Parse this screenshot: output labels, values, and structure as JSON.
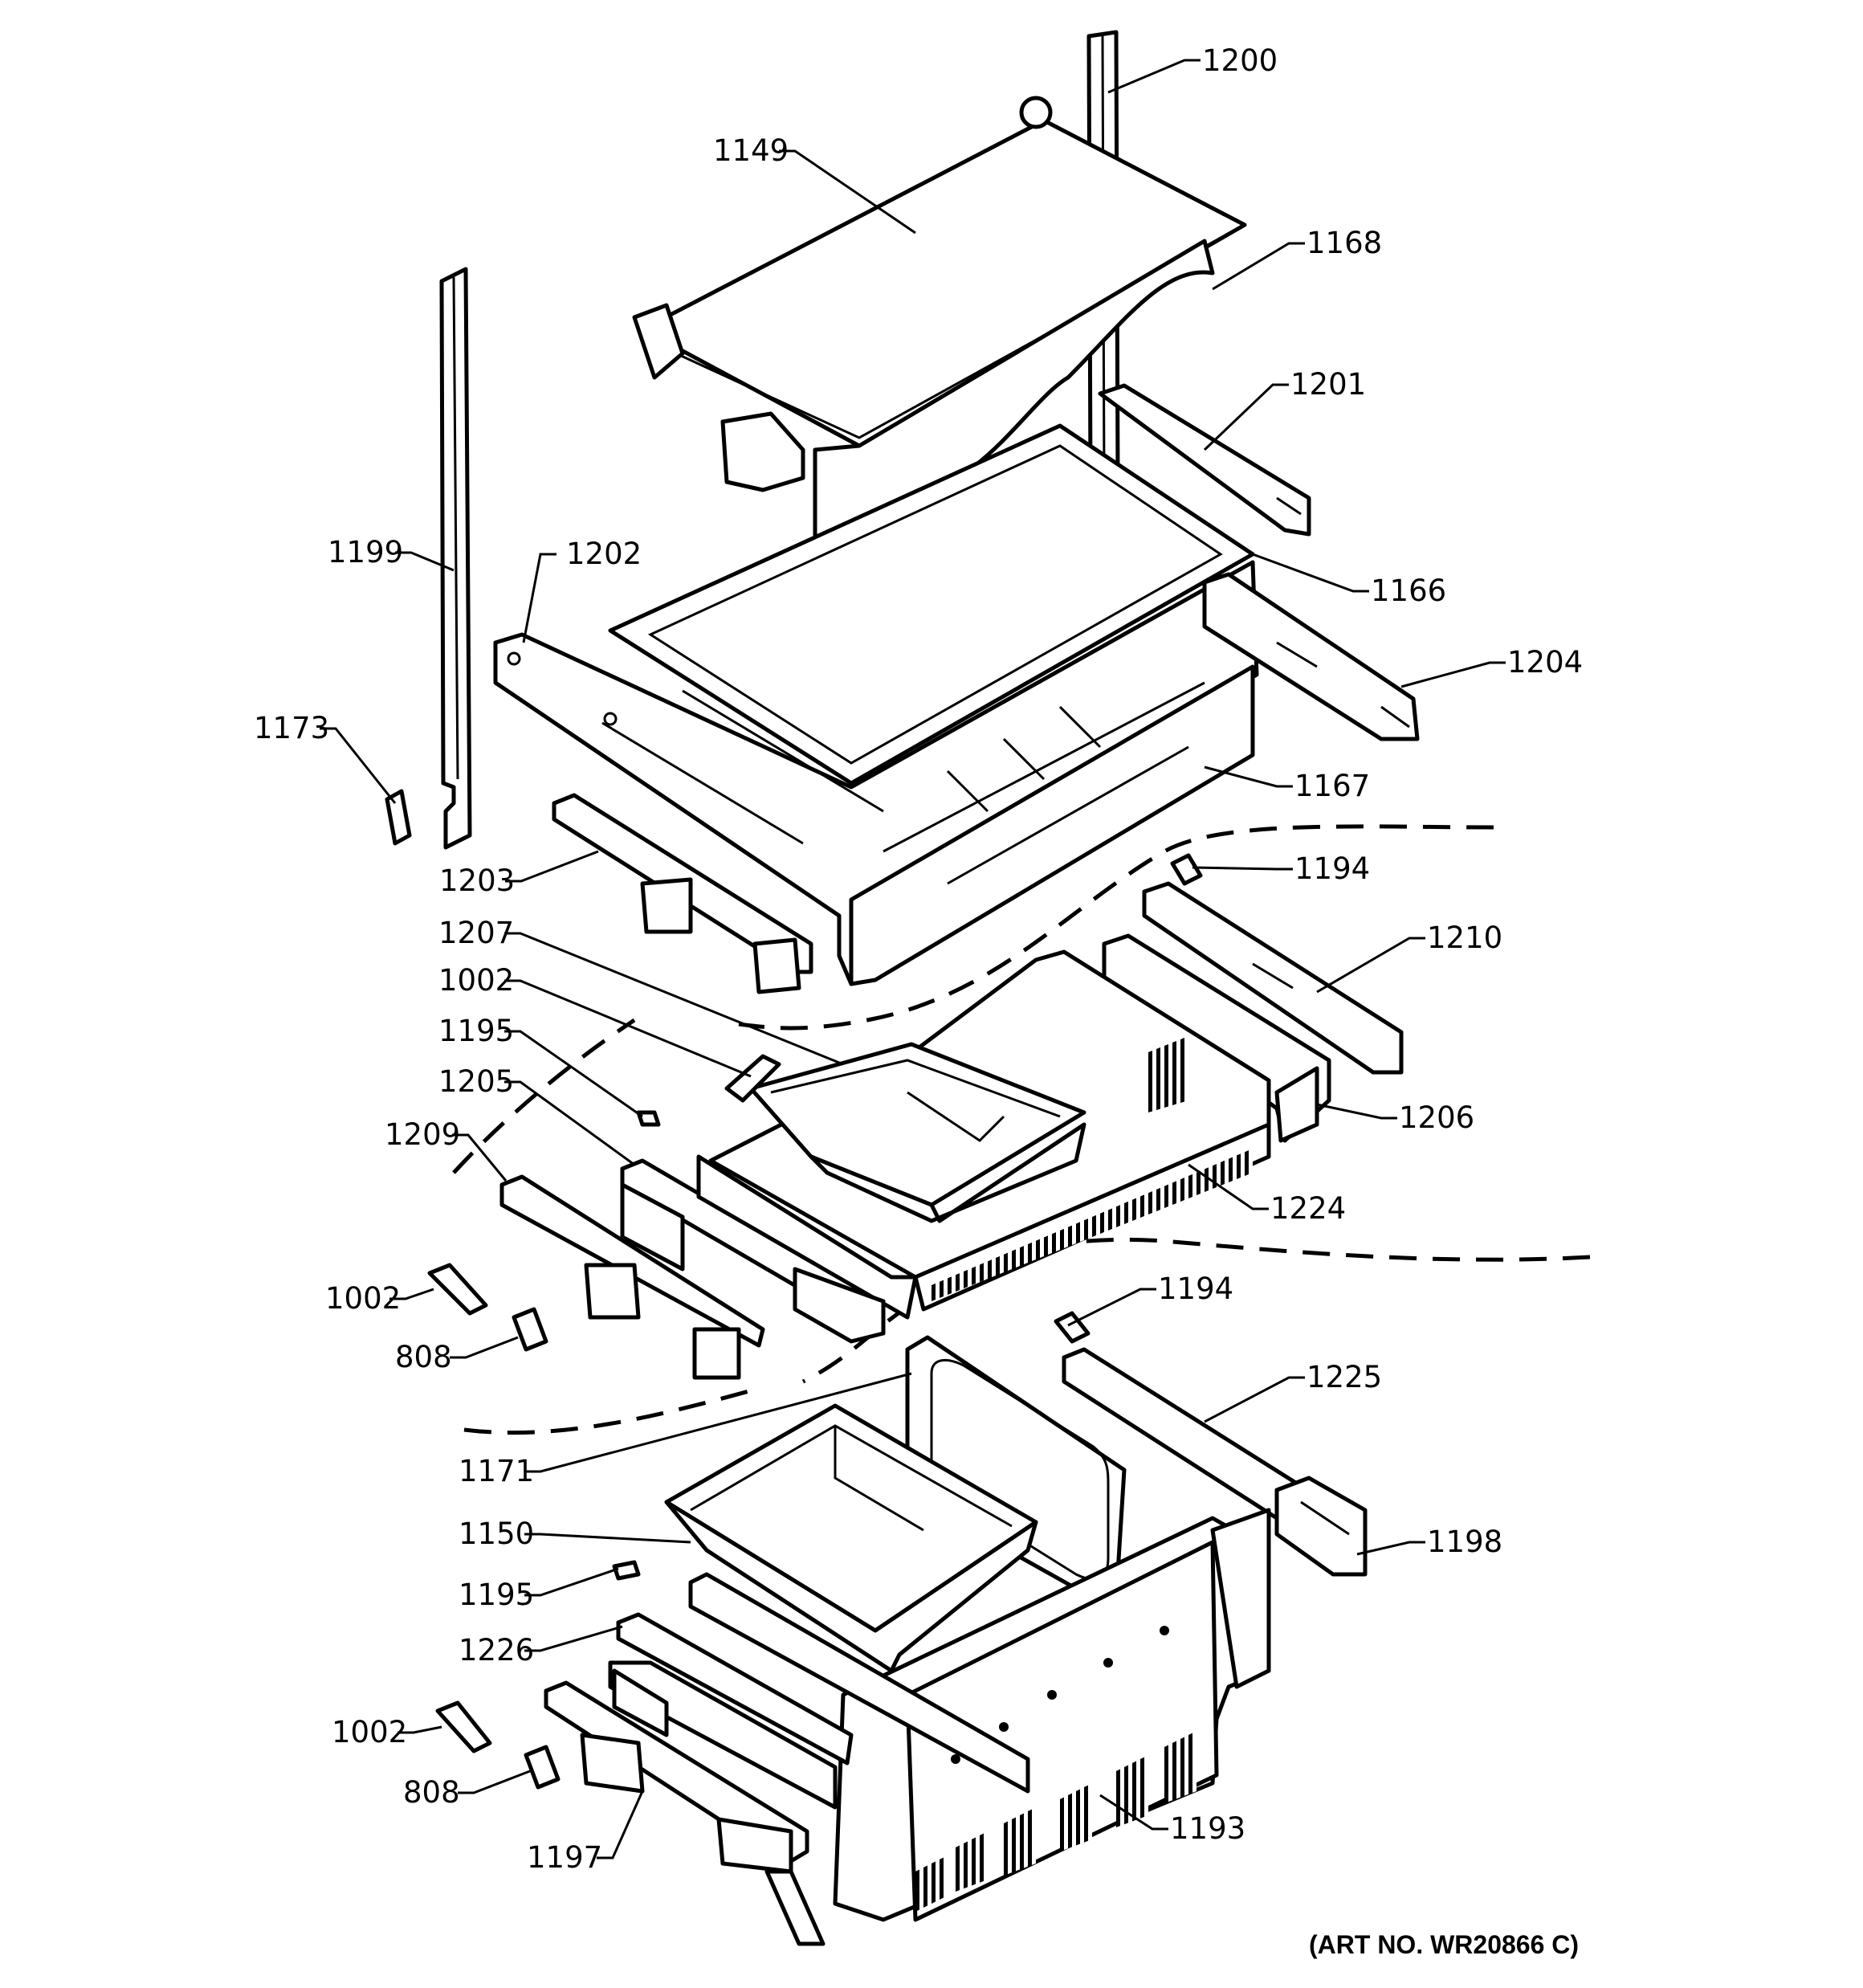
{
  "diagram": {
    "art_number": "(ART NO. WR20866 C)",
    "labels": {
      "p1200": "1200",
      "p1149": "1149",
      "p1168": "1168",
      "p1201": "1201",
      "p1199": "1199",
      "p1202": "1202",
      "p1166": "1166",
      "p1204": "1204",
      "p1173": "1173",
      "p1167": "1167",
      "p1203": "1203",
      "p1194a": "1194",
      "p1207": "1207",
      "p1210": "1210",
      "p1002a": "1002",
      "p1195a": "1195",
      "p1205": "1205",
      "p1206": "1206",
      "p1209": "1209",
      "p1224": "1224",
      "p1002b": "1002",
      "p808a": "808",
      "p1194b": "1194",
      "p1225": "1225",
      "p1171": "1171",
      "p1150": "1150",
      "p1198": "1198",
      "p1195b": "1195",
      "p1226": "1226",
      "p1002c": "1002",
      "p808b": "808",
      "p1197": "1197",
      "p1193": "1193"
    }
  }
}
